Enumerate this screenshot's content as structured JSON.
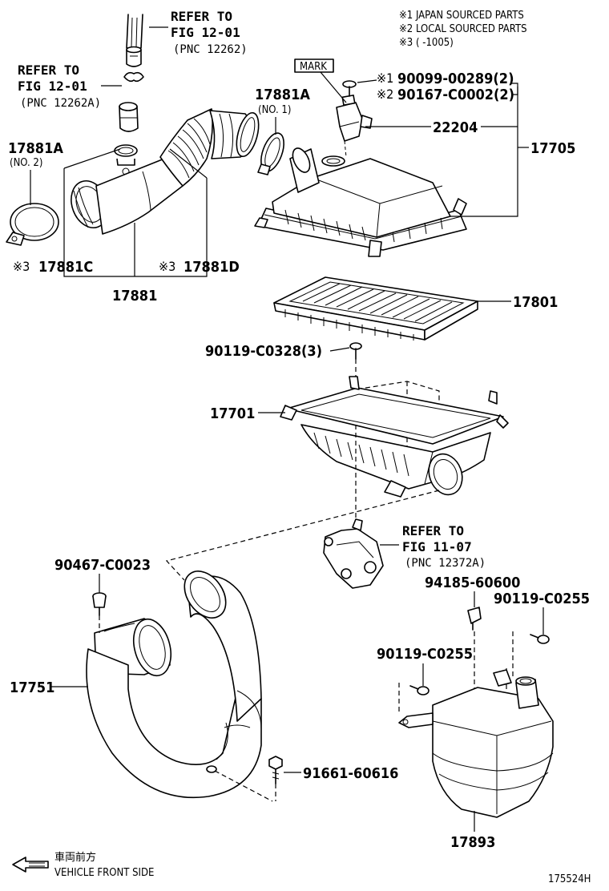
{
  "legend": {
    "note1": "※1 JAPAN SOURCED PARTS",
    "note2": "※2 LOCAL SOURCED PARTS",
    "note3": "※3 (      -1005)"
  },
  "refs": {
    "top_l1": "REFER TO",
    "top_l2": "FIG 12-01",
    "top_l3": "(PNC 12262)",
    "left_l1": "REFER TO",
    "left_l2": "FIG 12-01",
    "left_l3": "(PNC 12262A)",
    "mid_l1": "REFER TO",
    "mid_l2": "FIG 11-07",
    "mid_l3": "(PNC 12372A)"
  },
  "mark_label": "MARK",
  "parts": {
    "p17881a_no1": "17881A",
    "p17881a_no1_sub": "(NO. 1)",
    "p17881a_no2": "17881A",
    "p17881a_no2_sub": "(NO. 2)",
    "p17881c_mark": "※3",
    "p17881c": "17881C",
    "p17881d_mark": "※3",
    "p17881d": "17881D",
    "p17881": "17881",
    "p90099_mark": "※1",
    "p90099": "90099-00289(2)",
    "p90167_mark": "※2",
    "p90167": "90167-C0002(2)",
    "p22204": "22204",
    "p17705": "17705",
    "p17801": "17801",
    "p90119_c0328": "90119-C0328(3)",
    "p17701": "17701",
    "p90467": "90467-C0023",
    "p94185": "94185-60600",
    "p90119_c0255_a": "90119-C0255",
    "p90119_c0255_b": "90119-C0255",
    "p17751": "17751",
    "p91661": "91661-60616",
    "p17893": "17893"
  },
  "footer": {
    "front_jp": "車両前方",
    "front_en": "VEHICLE FRONT SIDE",
    "code": "175524H"
  }
}
